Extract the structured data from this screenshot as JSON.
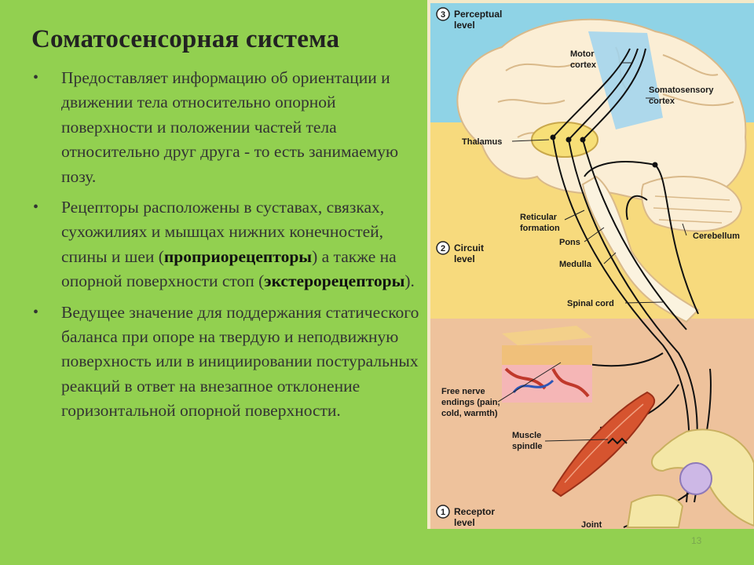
{
  "slide": {
    "title": "Соматосенсорная система",
    "bullets": [
      {
        "text": "Предоставляет информацию об ориентации и движении тела относительно опорной поверхности и положении частей тела относительно друг друга - то есть занимаемую позу."
      },
      {
        "parts": [
          "Рецепторы расположены в суставах, связках, сухожилиях и мышцах нижних конечностей, спины и шеи (",
          "проприорецепторы",
          ") а также на опорной поверхности стоп (",
          "экстерорецепторы",
          ")."
        ]
      },
      {
        "text": "Ведущее значение для поддержания статического баланса при опоре на твердую и неподвижную поверхность или в инициировании постуральных реакций в ответ на внезапное отклонение горизонтальной опорной поверхности."
      }
    ],
    "bullet_symbol": "•",
    "page_number": "13"
  },
  "figure": {
    "levels": [
      {
        "number": "3",
        "line1": "Perceptual",
        "line2": "level"
      },
      {
        "number": "2",
        "line1": "Circuit",
        "line2": "level"
      },
      {
        "number": "1",
        "line1": "Receptor",
        "line2": "level"
      }
    ],
    "labels": {
      "motor_cortex_1": "Motor",
      "motor_cortex_2": "cortex",
      "somatosensory_1": "Somatosensory",
      "somatosensory_2": "cortex",
      "thalamus": "Thalamus",
      "reticular_1": "Reticular",
      "reticular_2": "formation",
      "pons": "Pons",
      "medulla": "Medulla",
      "cerebellum": "Cerebellum",
      "spinal_cord": "Spinal cord",
      "free_nerve_1": "Free nerve",
      "free_nerve_2": "endings (pain,",
      "free_nerve_3": "cold, warmth)",
      "muscle_1": "Muscle",
      "muscle_2": "spindle",
      "joint": "Joint"
    },
    "colors": {
      "perceptual_band": "#8fd3e6",
      "circuit_band": "#f7da7d",
      "receptor_band": "#eec29c",
      "brain": "#fbeed5",
      "frame": "#f4e9c8"
    }
  }
}
